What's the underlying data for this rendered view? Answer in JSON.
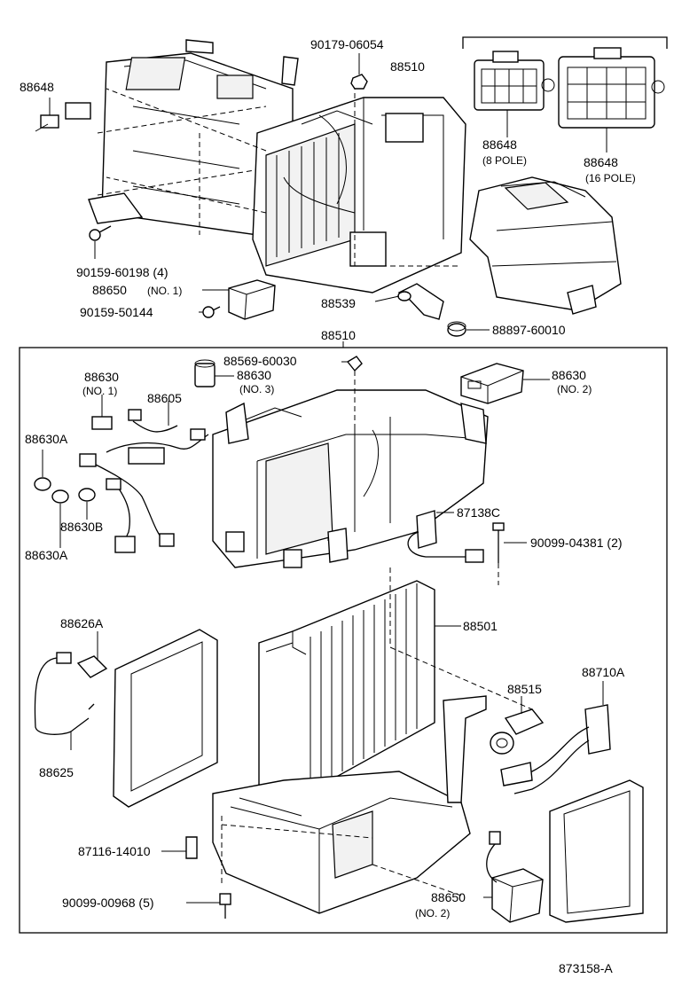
{
  "diagram_id": "873158-A",
  "labels": {
    "p88648_top": "88648",
    "p90179": "90179-06054",
    "p88510_top": "88510",
    "p88648_8": "88648",
    "p88648_8_sub": "(8 POLE)",
    "p88648_16": "88648",
    "p88648_16_sub": "(16 POLE)",
    "p90159_60198": "90159-60198 (4)",
    "p88650_no1": "88650",
    "p88650_no1_sub": "(NO. 1)",
    "p88539": "88539",
    "p90159_50144": "90159-50144",
    "p88897": "88897-60010",
    "p88510_mid": "88510",
    "p88569": "88569-60030",
    "p88630_no1": "88630",
    "p88630_no1_sub": "(NO. 1)",
    "p88630_no3": "88630",
    "p88630_no3_sub": "(NO. 3)",
    "p88630_no2": "88630",
    "p88630_no2_sub": "(NO. 2)",
    "p88605": "88605",
    "p88630A_1": "88630A",
    "p88630B": "88630B",
    "p88630A_2": "88630A",
    "p87138C": "87138C",
    "p90099_04381": "90099-04381 (2)",
    "p88626A": "88626A",
    "p88501": "88501",
    "p88515": "88515",
    "p88710A": "88710A",
    "p88625": "88625",
    "p87116": "87116-14010",
    "p90099_00968": "90099-00968 (5)",
    "p88650_no2": "88650",
    "p88650_no2_sub": "(NO. 2)"
  }
}
